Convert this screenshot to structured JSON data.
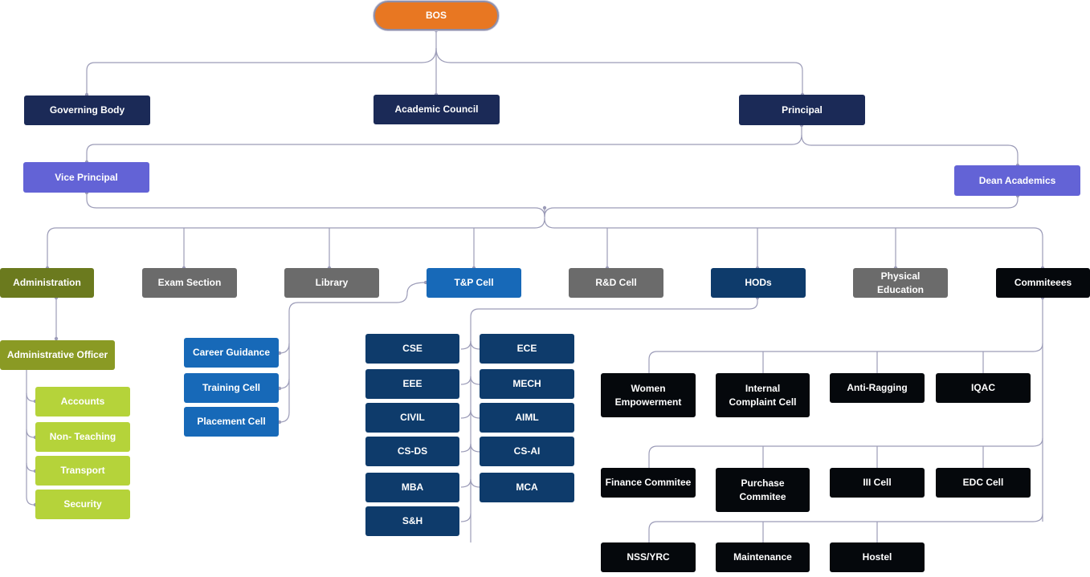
{
  "colors": {
    "root": "#E87722",
    "navy": "#1B2A57",
    "purple": "#6363D6",
    "olive": "#6B7A1E",
    "olive_light": "#8A9A24",
    "lime": "#B5D33A",
    "grey": "#6B6B6B",
    "blue": "#1769B8",
    "dept": "#0E3B6B",
    "black": "#05080C",
    "line": "#9C9CB8"
  },
  "nodes": {
    "bos": "BOS",
    "governing_body": "Governing Body",
    "academic_council": "Academic Council",
    "principal": "Principal",
    "vice_principal": "Vice Principal",
    "dean_academics": "Dean Academics",
    "administration": "Administration",
    "exam_section": "Exam Section",
    "library": "Library",
    "tp_cell": "T&P Cell",
    "rd_cell": "R&D Cell",
    "hods": "HODs",
    "physical_education": "Physical Education",
    "commiteees": "Commiteees",
    "administrative_officer": "Administrative Officer",
    "accounts": "Accounts",
    "non_teaching": "Non- Teaching",
    "transport": "Transport",
    "security": "Security",
    "career_guidance": "Career Guidance",
    "training_cell": "Training Cell",
    "placement_cell": "Placement Cell",
    "cse": "CSE",
    "ece": "ECE",
    "eee": "EEE",
    "mech": "MECH",
    "civil": "CIVIL",
    "aiml": "AIML",
    "cs_ds": "CS-DS",
    "cs_ai": "CS-AI",
    "mba": "MBA",
    "mca": "MCA",
    "sh": "S&H",
    "women_empowerment": "Women\nEmpowerment",
    "internal_complaint_cell": "Internal\nComplaint Cell",
    "anti_ragging": "Anti-Ragging",
    "iqac": "IQAC",
    "finance_commitee": "Finance Commitee",
    "purchase_commitee": "Purchase\nCommitee",
    "iii_cell": "III Cell",
    "edc_cell": "EDC Cell",
    "nss_yrc": "NSS/YRC",
    "maintenance": "Maintenance",
    "hostel": "Hostel"
  }
}
